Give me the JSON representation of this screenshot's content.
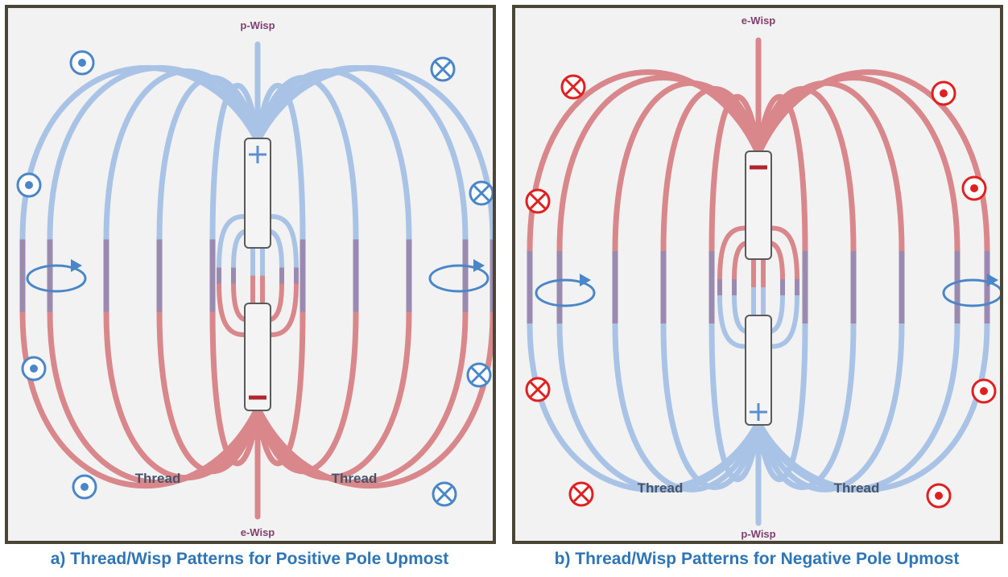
{
  "colors": {
    "positive_line": "#a9c3e6",
    "negative_line": "#d9878b",
    "overlap_line": "#9a8ab0",
    "blue_symbol": "#4a86c8",
    "red_symbol": "#e02020",
    "pole_box_fill": "#f4f4f4",
    "pole_box_stroke": "#5a5a5a",
    "minus_sign": "#b0252e",
    "plus_sign": "#5b8fd1",
    "thread_text": "#44546a",
    "wisp_text": "#7f3f6f",
    "caption_text": "#2e75b6",
    "frame": "#4b4536"
  },
  "panels": [
    {
      "id": "a",
      "top_wisp_label": "p-Wisp",
      "bottom_wisp_label": "e-Wisp",
      "thread_label_left": "Thread",
      "thread_label_right": "Thread",
      "upper_pole_sign": "plus",
      "lower_pole_sign": "minus",
      "left_symbol": "dot",
      "right_symbol": "cross",
      "symbol_color": "blue",
      "caption": "a) Thread/Wisp Patterns for Positive Pole Upmost"
    },
    {
      "id": "b",
      "top_wisp_label": "e-Wisp",
      "bottom_wisp_label": "p-Wisp",
      "thread_label_left": "Thread",
      "thread_label_right": "Thread",
      "upper_pole_sign": "minus",
      "lower_pole_sign": "plus",
      "left_symbol": "cross",
      "right_symbol": "dot",
      "symbol_color": "red",
      "caption": "b) Thread/Wisp Patterns for Negative Pole Upmost"
    }
  ]
}
